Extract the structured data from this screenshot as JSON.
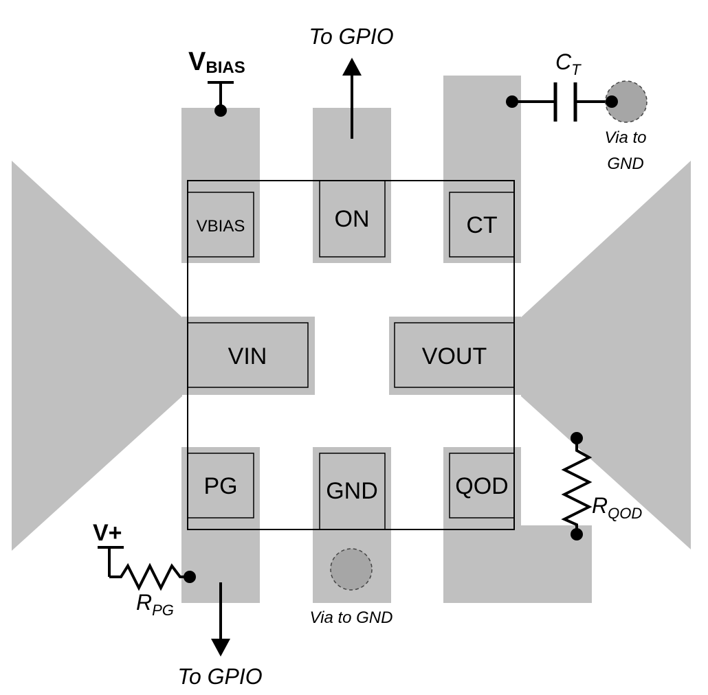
{
  "pins": {
    "vbias": "VBIAS",
    "on": "ON",
    "ct": "CT",
    "vin": "VIN",
    "vout": "VOUT",
    "pg": "PG",
    "gnd": "GND",
    "qod": "QOD"
  },
  "annotations": {
    "to_gpio_top": "To GPIO",
    "to_gpio_bottom": "To GPIO",
    "vbias_main": "V",
    "vbias_sub": "BIAS",
    "vplus": "V+",
    "ct_main": "C",
    "ct_sub": "T",
    "via_top_line1": "Via to",
    "via_top_line2": "GND",
    "via_bottom": "Via to GND",
    "rqod_main": "R",
    "rqod_sub": "QOD",
    "rpg_main": "R",
    "rpg_sub": "PG"
  },
  "colors": {
    "copper": "#c0c0c0",
    "via": "#a6a6a6",
    "outline": "#000000"
  }
}
